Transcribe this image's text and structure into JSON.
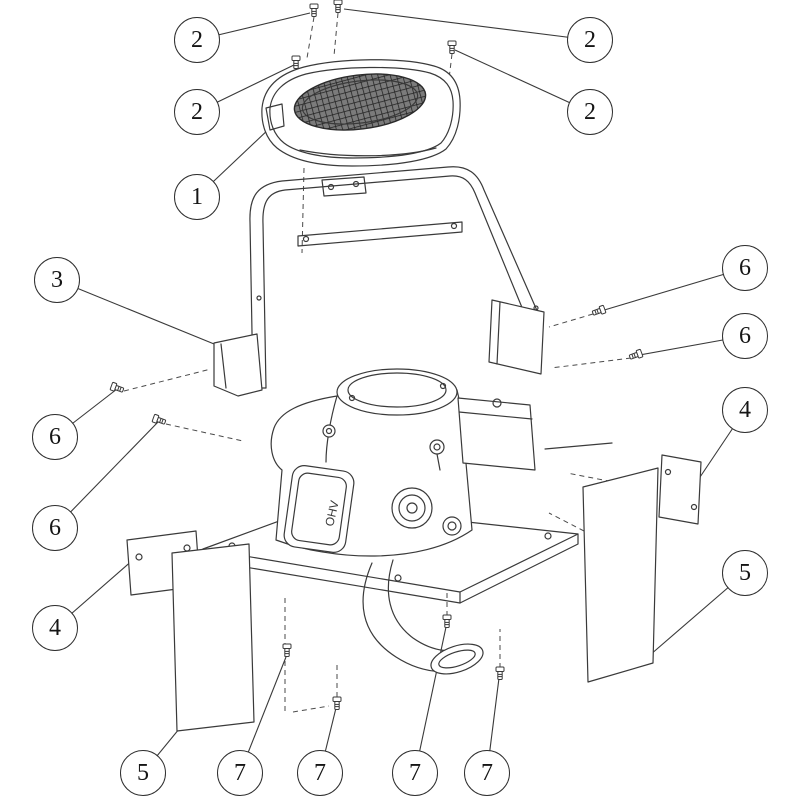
{
  "figure": {
    "kind": "exploded-parts-diagram",
    "subject": "Engine assembly with top cover, roll bar, heat shields and fasteners",
    "line_color": "#3a3a3a",
    "engine_text": "OHV",
    "callouts": [
      {
        "id": "callout-2-top-left",
        "label": "2"
      },
      {
        "id": "callout-2-top-right",
        "label": "2"
      },
      {
        "id": "callout-2-upper-left",
        "label": "2"
      },
      {
        "id": "callout-2-upper-right",
        "label": "2"
      },
      {
        "id": "callout-1",
        "label": "1"
      },
      {
        "id": "callout-3",
        "label": "3"
      },
      {
        "id": "callout-6-right-upper",
        "label": "6"
      },
      {
        "id": "callout-6-right-lower",
        "label": "6"
      },
      {
        "id": "callout-4-right",
        "label": "4"
      },
      {
        "id": "callout-5-right",
        "label": "5"
      },
      {
        "id": "callout-6-left-upper",
        "label": "6"
      },
      {
        "id": "callout-6-left-lower",
        "label": "6"
      },
      {
        "id": "callout-4-left",
        "label": "4"
      },
      {
        "id": "callout-5-left",
        "label": "5"
      },
      {
        "id": "callout-7-a",
        "label": "7"
      },
      {
        "id": "callout-7-b",
        "label": "7"
      },
      {
        "id": "callout-7-c",
        "label": "7"
      },
      {
        "id": "callout-7-d",
        "label": "7"
      }
    ]
  }
}
